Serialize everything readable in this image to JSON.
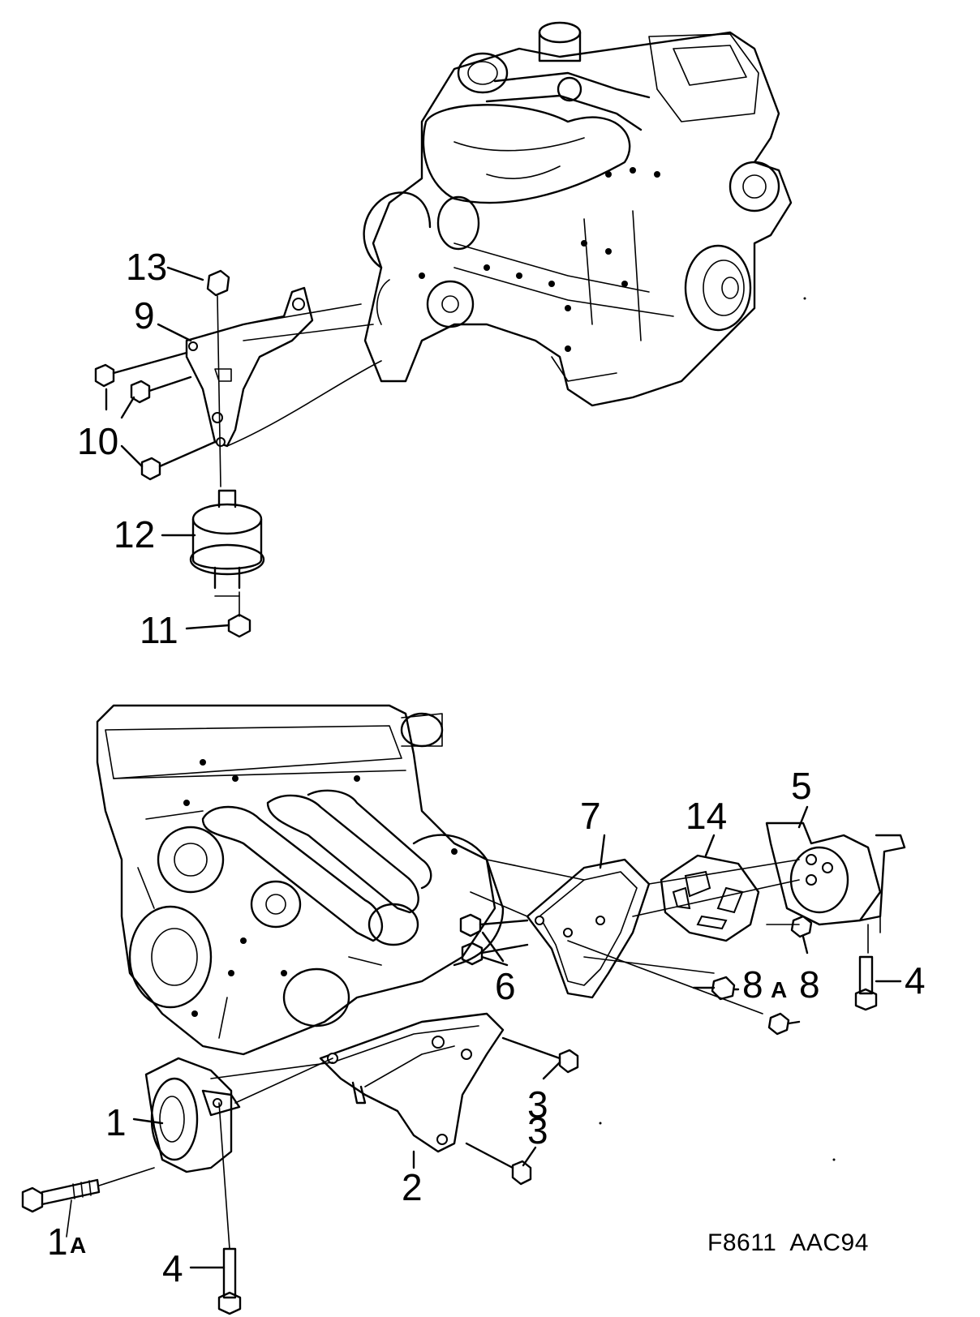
{
  "callouts": {
    "c1": "1",
    "c1a_num": "1",
    "c1a_suffix": "A",
    "c2": "2",
    "c3a": "3",
    "c3b": "3",
    "c4a": "4",
    "c4b": "4",
    "c5": "5",
    "c6": "6",
    "c7": "7",
    "c8": "8",
    "c8a_num": "8",
    "c8a_suffix": "A",
    "c9": "9",
    "c10": "10",
    "c11": "11",
    "c12": "12",
    "c13": "13",
    "c14": "14"
  },
  "figure_code": "F8611  AAC94"
}
